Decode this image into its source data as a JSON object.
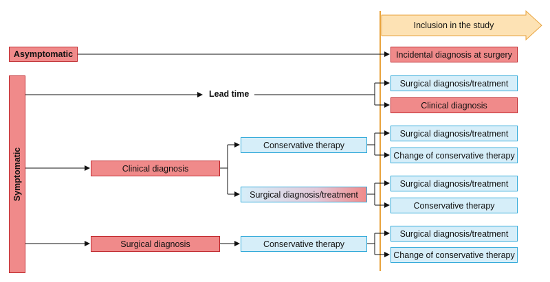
{
  "inclusion_label": "Inclusion in the study",
  "asymptomatic": "Asymptomatic",
  "symptomatic": "Symptomatic",
  "lead_time": "Lead time",
  "incidental_diagnosis": "Incidental diagnosis at surgery",
  "lead_outcomes": [
    "Surgical diagnosis/treatment",
    "Clinical diagnosis"
  ],
  "clinical_diagnosis": "Clinical diagnosis",
  "surgical_diagnosis": "Surgical diagnosis",
  "conservative_therapy_1": "Conservative therapy",
  "surgical_treatment_mid": "Surgical diagnosis/treatment",
  "conservative_therapy_2": "Conservative therapy",
  "ct1_outcomes": [
    "Surgical diagnosis/treatment",
    "Change of conservative therapy"
  ],
  "st_outcomes": [
    "Surgical diagnosis/treatment",
    "Conservative therapy"
  ],
  "ct2_outcomes": [
    "Surgical diagnosis/treatment",
    "Change of conservative therapy"
  ],
  "colors": {
    "red_fill": "#f08a8a",
    "red_border": "#c0282d",
    "blue_fill": "#d6eef9",
    "blue_border": "#31a9d9",
    "inclusion_fill": "#fde2b4",
    "inclusion_border": "#e8a33c"
  }
}
